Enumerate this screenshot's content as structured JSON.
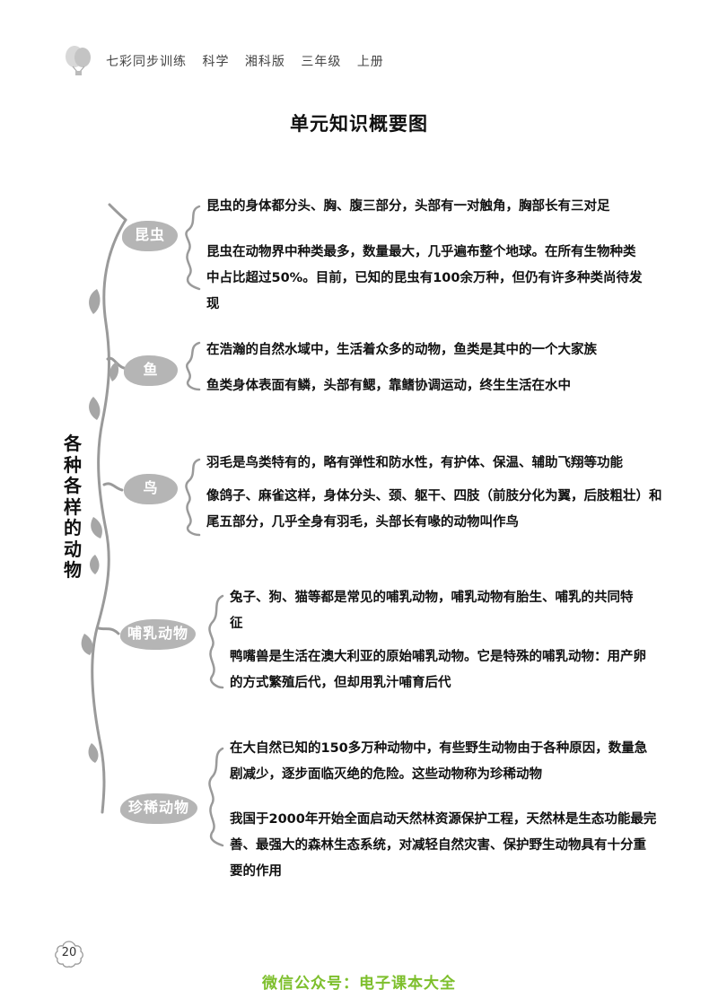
{
  "header": {
    "book": "七彩同步训练",
    "subject": "科学",
    "edition": "湘科版",
    "grade": "三年级",
    "volume": "上册"
  },
  "title": "单元知识概要图",
  "vertical_title": [
    "各",
    "种",
    "各",
    "样",
    "的",
    "动",
    "物"
  ],
  "categories": [
    {
      "label": "昆虫",
      "facts": [
        "昆虫的身体都分头、胸、腹三部分，头部有一对触角，胸部长有三对足",
        "昆虫在动物界中种类最多，数量最大，几乎遍布整个地球。在所有生物种类中占比超过50%。目前，已知的昆虫有100余万种，但仍有许多种类尚待发现"
      ]
    },
    {
      "label": "鱼",
      "facts": [
        "在浩瀚的自然水域中，生活着众多的动物，鱼类是其中的一个大家族",
        "鱼类身体表面有鳞，头部有鳃，靠鳍协调运动，终生生活在水中"
      ]
    },
    {
      "label": "鸟",
      "facts": [
        "羽毛是鸟类特有的，略有弹性和防水性，有护体、保温、辅助飞翔等功能",
        "像鸽子、麻雀这样，身体分头、颈、躯干、四肢（前肢分化为翼，后肢粗壮）和尾五部分，几乎全身有羽毛，头部长有喙的动物叫作鸟"
      ]
    },
    {
      "label": "哺乳动物",
      "facts": [
        "兔子、狗、猫等都是常见的哺乳动物，哺乳动物有胎生、哺乳的共同特征",
        "鸭嘴兽是生活在澳大利亚的原始哺乳动物。它是特殊的哺乳动物：用产卵的方式繁殖后代，但却用乳汁哺育后代"
      ]
    },
    {
      "label": "珍稀动物",
      "facts": [
        "在大自然已知的150多万种动物中，有些野生动物由于各种原因，数量急剧减少，逐步面临灭绝的危险。这些动物称为珍稀动物",
        "我国于2000年开始全面启动天然林资源保护工程，天然林是生态功能最完善、最强大的森林生态系统，对减轻自然灾害、保护野生动物具有十分重要的作用"
      ]
    }
  ],
  "page_number": "20",
  "footer": "微信公众号：电子课本大全",
  "colors": {
    "vine": "#9a9a9a",
    "blob": "#b5b5b5",
    "footer": "#7dbf2c"
  }
}
